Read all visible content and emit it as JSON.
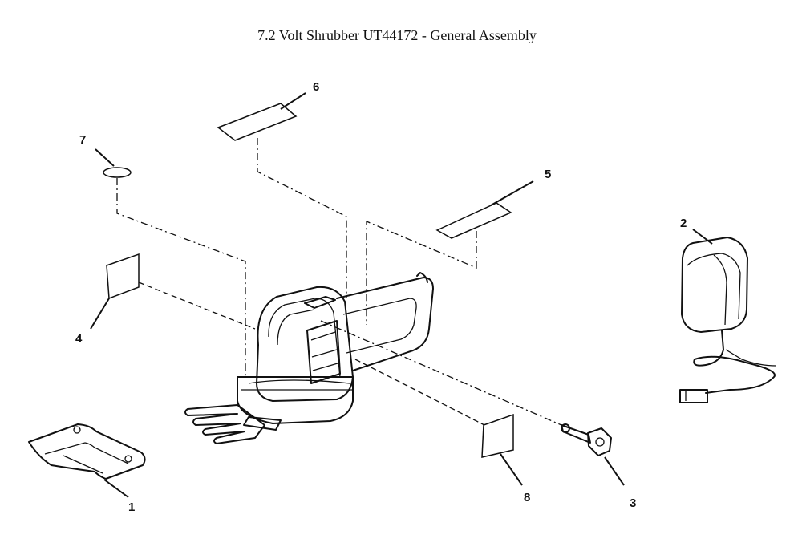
{
  "title": "7.2 Volt Shrubber UT44172 - General Assembly",
  "callouts": {
    "c1": "1",
    "c2": "2",
    "c3": "3",
    "c4": "4",
    "c5": "5",
    "c6": "6",
    "c7": "7",
    "c8": "8"
  }
}
